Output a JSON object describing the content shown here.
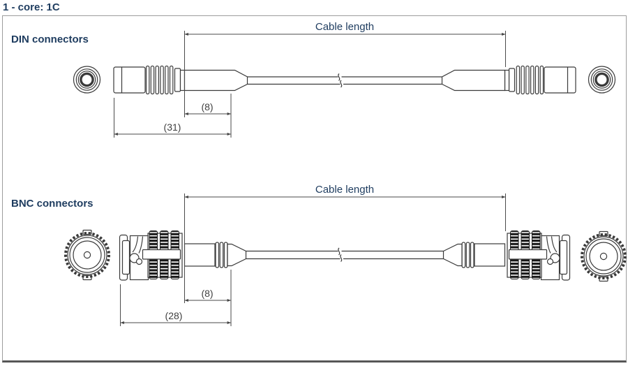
{
  "title": "1 - core: 1C",
  "din": {
    "label": "DIN connectors",
    "cable_length_label": "Cable length",
    "dim_boot": "(8)",
    "dim_connector": "(31)"
  },
  "bnc": {
    "label": "BNC connectors",
    "cable_length_label": "Cable length",
    "dim_boot": "(8)",
    "dim_connector": "(28)"
  },
  "colors": {
    "accent_navy": "#1e3c5f",
    "line_dark": "#3a3a3a",
    "dimension_gray": "#3f3f3f",
    "frame_gray": "#9c9c9c",
    "frame_bottom": "#575757"
  }
}
